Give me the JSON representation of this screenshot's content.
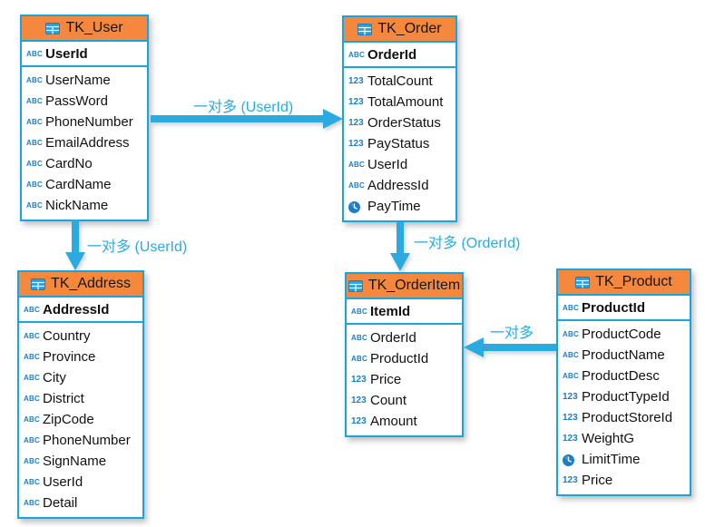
{
  "diagram": {
    "background": "#ffffff",
    "colors": {
      "table_border": "#18a4de",
      "header_fill": "#f6883e",
      "arrow": "#29abe2",
      "icon_blue": "#1c7ec5",
      "text": "#111111"
    },
    "icons": {
      "abc": "ABC",
      "num": "123",
      "clock": "clock-datetime-icon",
      "table": "table-grid-icon"
    },
    "tables": [
      {
        "title": "TK_User",
        "pk": {
          "icon": "abc",
          "name": "UserId"
        },
        "fields": [
          {
            "icon": "abc",
            "name": "UserName"
          },
          {
            "icon": "abc",
            "name": "PassWord"
          },
          {
            "icon": "abc",
            "name": "PhoneNumber"
          },
          {
            "icon": "abc",
            "name": "EmailAddress"
          },
          {
            "icon": "abc",
            "name": "CardNo"
          },
          {
            "icon": "abc",
            "name": "CardName"
          },
          {
            "icon": "abc",
            "name": "NickName"
          }
        ]
      },
      {
        "title": "TK_Order",
        "pk": {
          "icon": "abc",
          "name": "OrderId"
        },
        "fields": [
          {
            "icon": "num",
            "name": "TotalCount"
          },
          {
            "icon": "num",
            "name": "TotalAmount"
          },
          {
            "icon": "num",
            "name": "OrderStatus"
          },
          {
            "icon": "num",
            "name": "PayStatus"
          },
          {
            "icon": "abc",
            "name": "UserId"
          },
          {
            "icon": "abc",
            "name": "AddressId"
          },
          {
            "icon": "clock",
            "name": "PayTime"
          }
        ]
      },
      {
        "title": "TK_Address",
        "pk": {
          "icon": "abc",
          "name": "AddressId"
        },
        "fields": [
          {
            "icon": "abc",
            "name": "Country"
          },
          {
            "icon": "abc",
            "name": "Province"
          },
          {
            "icon": "abc",
            "name": "City"
          },
          {
            "icon": "abc",
            "name": "District"
          },
          {
            "icon": "abc",
            "name": "ZipCode"
          },
          {
            "icon": "abc",
            "name": "PhoneNumber"
          },
          {
            "icon": "abc",
            "name": "SignName"
          },
          {
            "icon": "abc",
            "name": "UserId"
          },
          {
            "icon": "abc",
            "name": "Detail"
          }
        ]
      },
      {
        "title": "TK_OrderItem",
        "pk": {
          "icon": "abc",
          "name": "ItemId"
        },
        "fields": [
          {
            "icon": "abc",
            "name": "OrderId"
          },
          {
            "icon": "abc",
            "name": "ProductId"
          },
          {
            "icon": "num",
            "name": "Price"
          },
          {
            "icon": "num",
            "name": "Count"
          },
          {
            "icon": "num",
            "name": "Amount"
          }
        ]
      },
      {
        "title": "TK_Product",
        "pk": {
          "icon": "abc",
          "name": "ProductId"
        },
        "fields": [
          {
            "icon": "abc",
            "name": "ProductCode"
          },
          {
            "icon": "abc",
            "name": "ProductName"
          },
          {
            "icon": "abc",
            "name": "ProductDesc"
          },
          {
            "icon": "num",
            "name": "ProductTypeId"
          },
          {
            "icon": "num",
            "name": "ProductStoreId"
          },
          {
            "icon": "num",
            "name": "WeightG"
          },
          {
            "icon": "clock",
            "name": "LimitTime"
          },
          {
            "icon": "num",
            "name": "Price"
          }
        ]
      }
    ],
    "relations": [
      {
        "label": "一对多 (UserId)",
        "from": "TK_User",
        "to": "TK_Order",
        "direction": "right"
      },
      {
        "label": "一对多 (UserId)",
        "from": "TK_User",
        "to": "TK_Address",
        "direction": "down"
      },
      {
        "label": "一对多 (OrderId)",
        "from": "TK_Order",
        "to": "TK_OrderItem",
        "direction": "down"
      },
      {
        "label": "一对多",
        "from": "TK_Product",
        "to": "TK_OrderItem",
        "direction": "left"
      }
    ]
  }
}
